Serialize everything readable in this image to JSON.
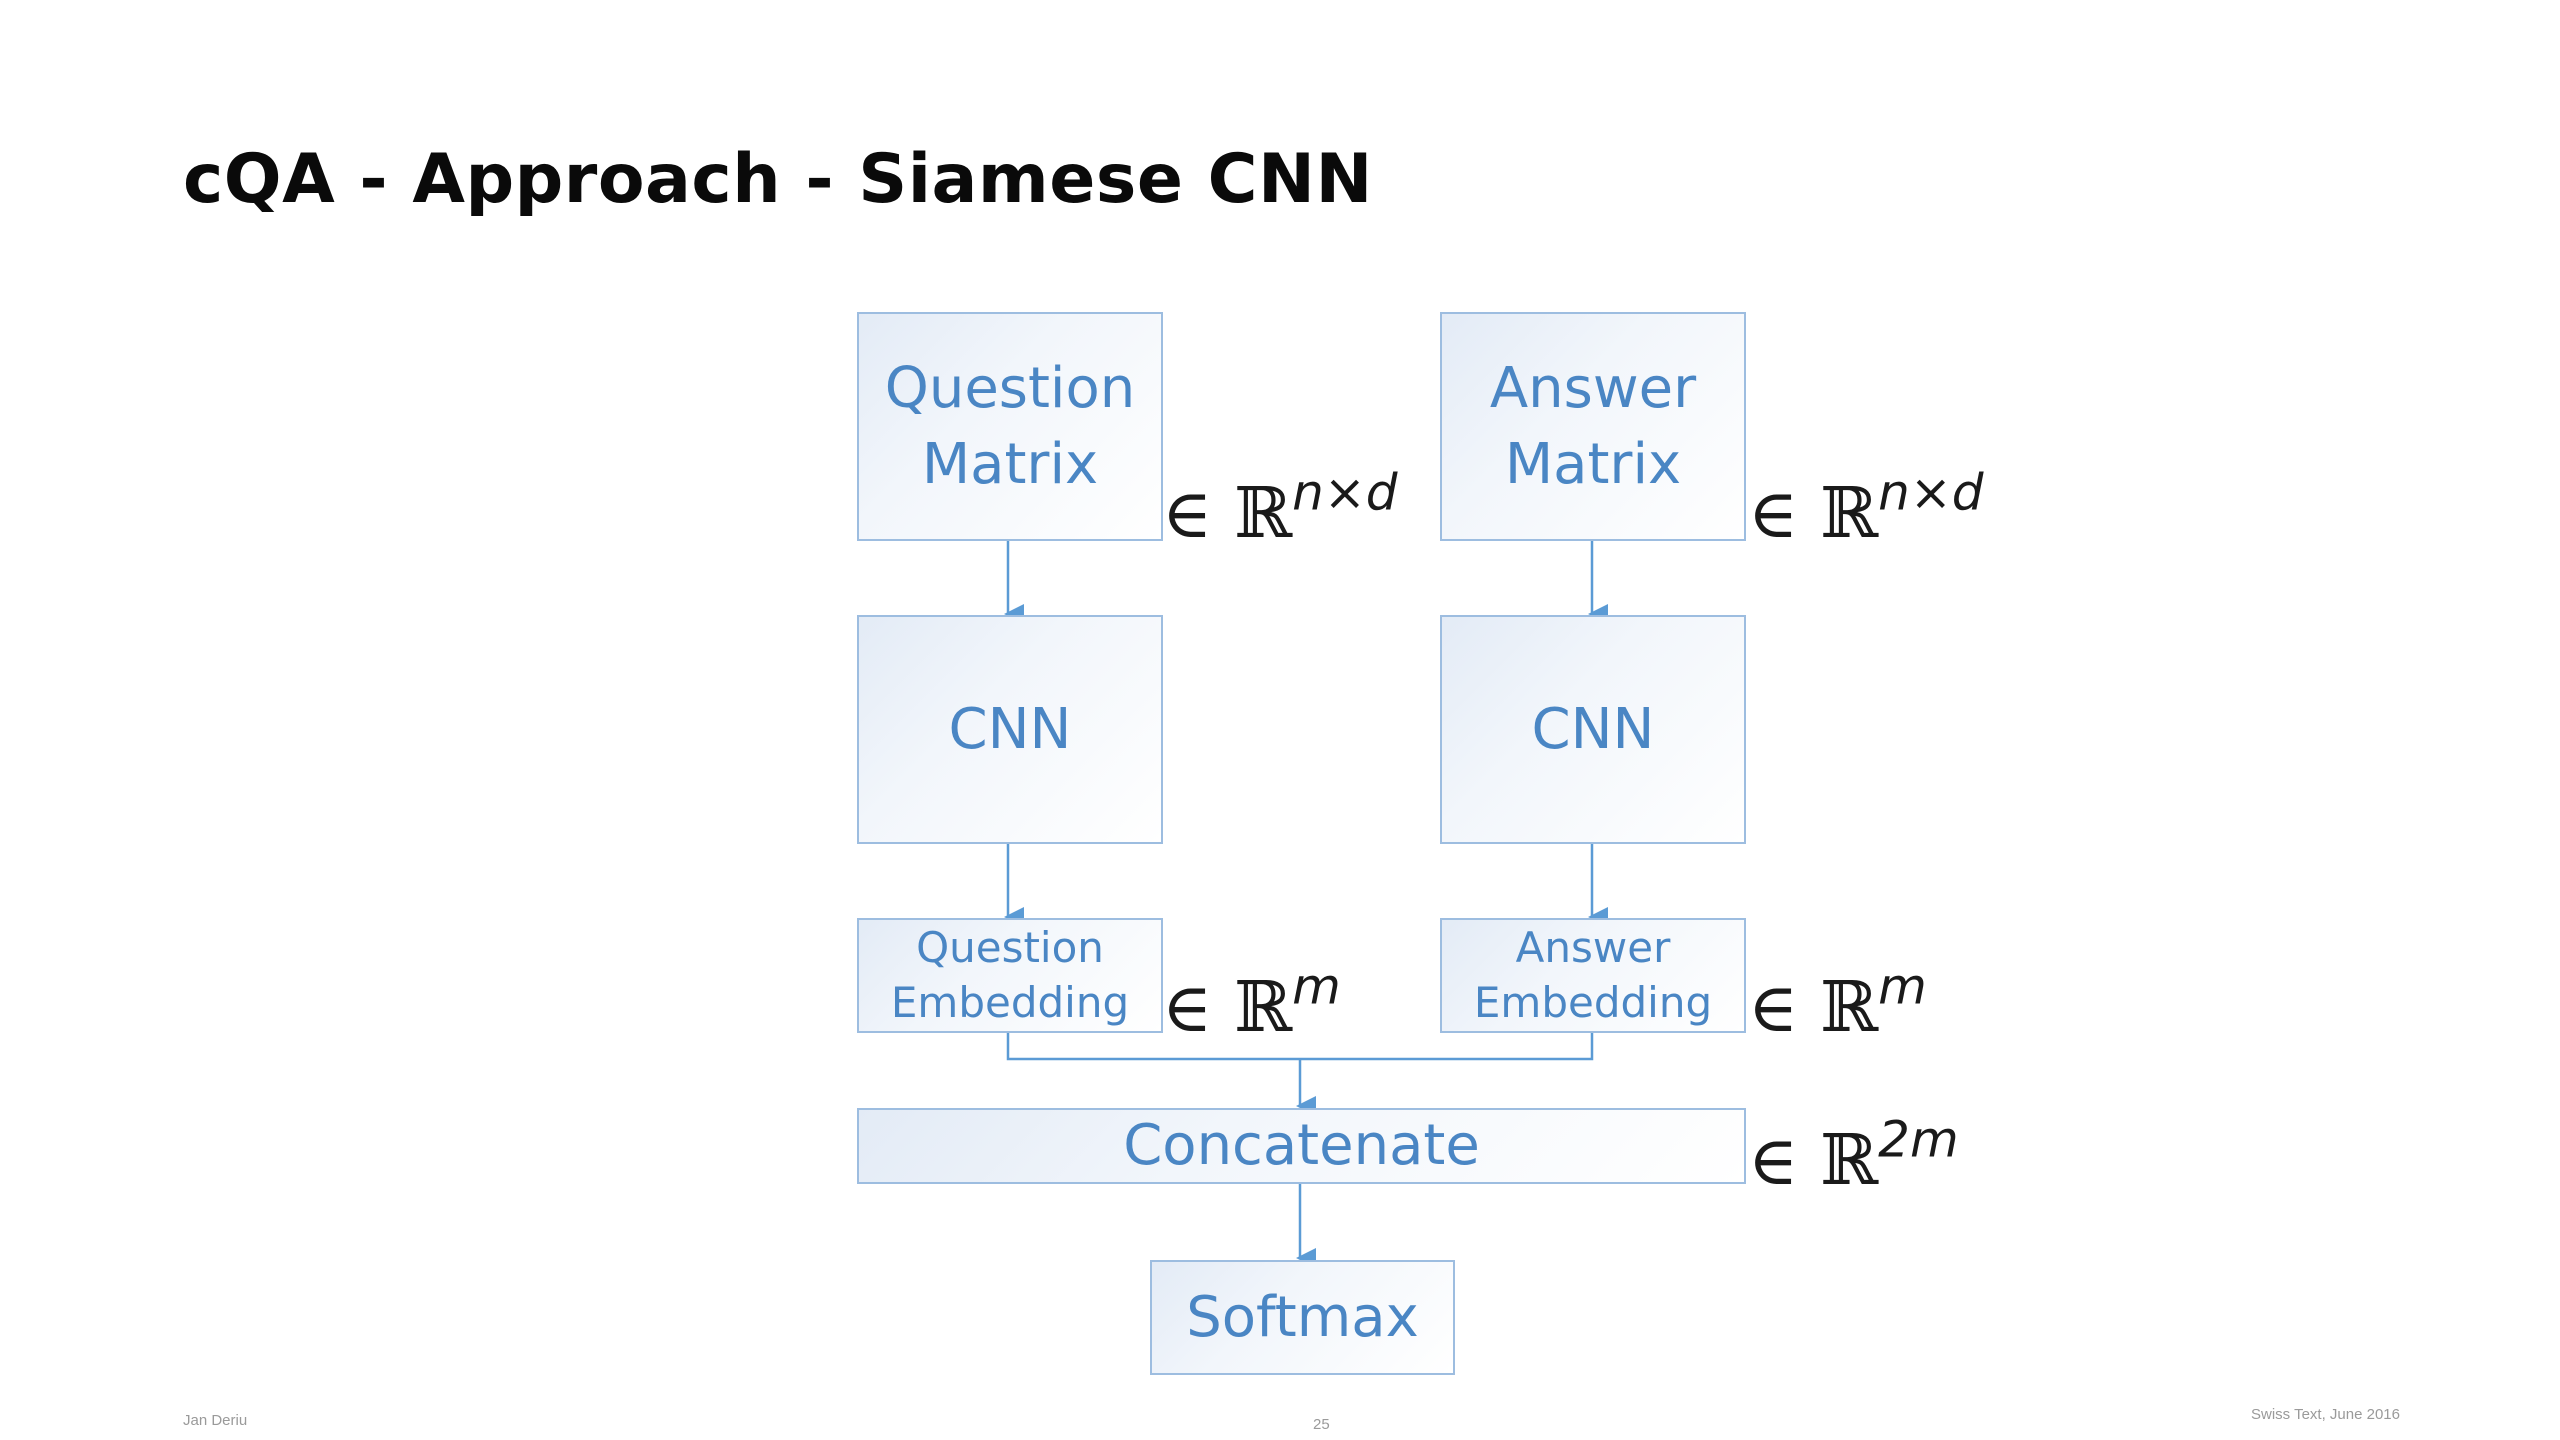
{
  "slide": {
    "title": "cQA - Approach - Siamese CNN"
  },
  "diagram": {
    "question_matrix": [
      "Question",
      "Matrix"
    ],
    "answer_matrix": [
      "Answer",
      "Matrix"
    ],
    "cnn_left": "CNN",
    "cnn_right": "CNN",
    "question_embedding": [
      "Question",
      "Embedding"
    ],
    "answer_embedding": [
      "Answer",
      "Embedding"
    ],
    "concatenate": "Concatenate",
    "softmax": "Softmax",
    "math": {
      "element_of": "∈",
      "reals": "ℝ",
      "matrix_dim": "n×d",
      "embedding_dim": "m",
      "concat_dim": "2m"
    },
    "colors": {
      "box_border": "#9dbde0",
      "box_text": "#4a86c4",
      "arrow": "#5b9bd5"
    }
  },
  "footer": {
    "author": "Jan Deriu",
    "page_number": "25",
    "event": "Swiss Text, June 2016"
  }
}
